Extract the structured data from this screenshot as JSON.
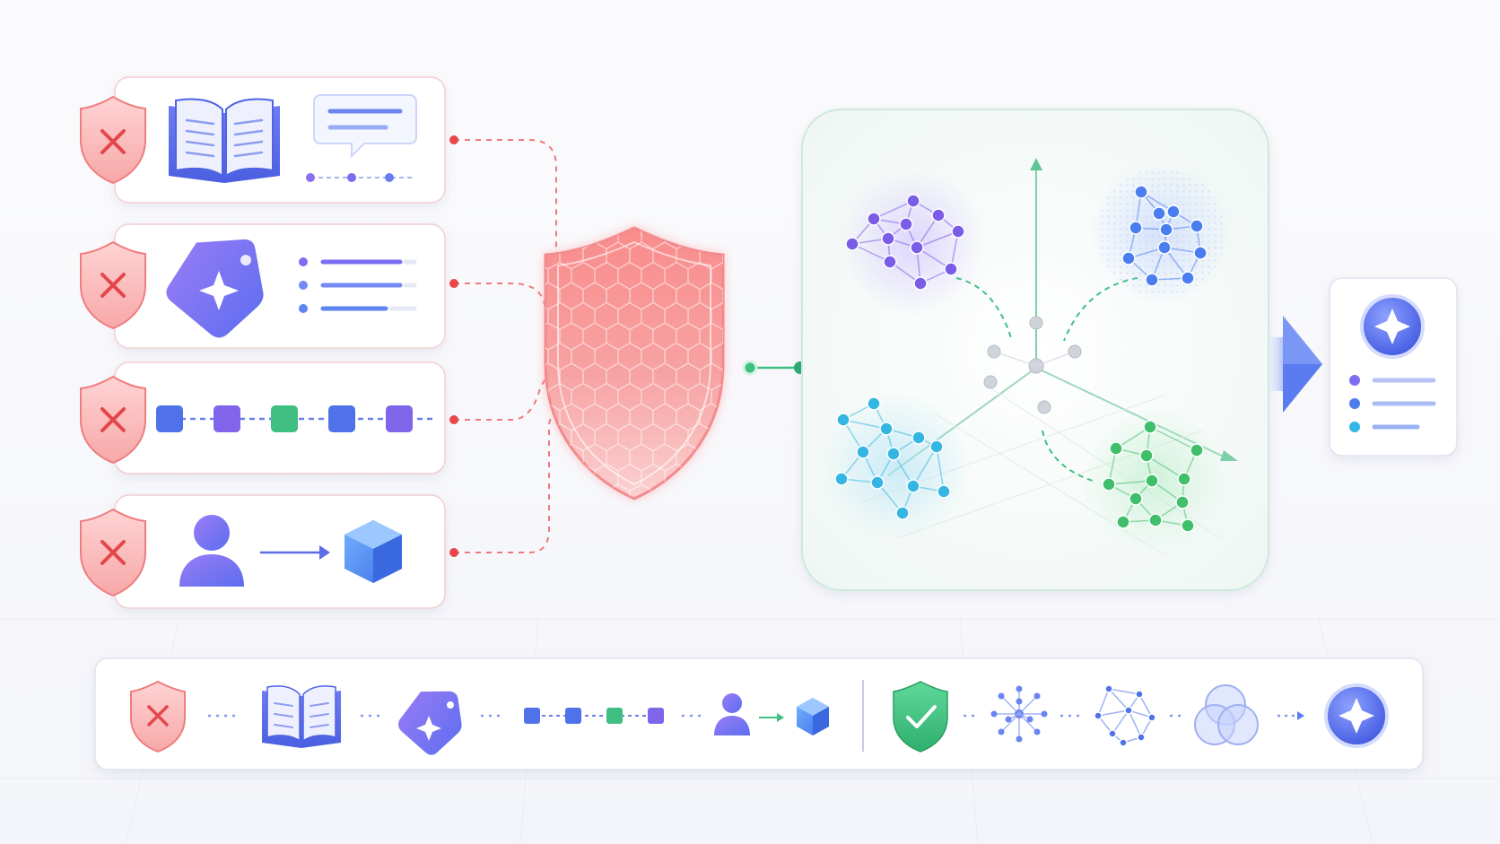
{
  "colors": {
    "danger": "#e8585c",
    "danger_light": "#fde3e3",
    "success": "#3fbf82",
    "purple": "#7b5ce6",
    "blue": "#4a7df0",
    "cyan": "#35b6e2",
    "green": "#3fbf6a",
    "gray_node": "#c9ced6",
    "panel_border": "#cfe9dd"
  },
  "input_cards": [
    {
      "status": "blocked",
      "status_icon": "x-shield-icon",
      "content": "book-with-chat-bubble"
    },
    {
      "status": "blocked",
      "status_icon": "x-shield-icon",
      "content": "sparkle-tag-with-list"
    },
    {
      "status": "blocked",
      "status_icon": "x-shield-icon",
      "content": "square-sequence"
    },
    {
      "status": "blocked",
      "status_icon": "x-shield-icon",
      "content": "user-to-cube"
    }
  ],
  "central_filter": {
    "icon": "honeycomb-shield-icon"
  },
  "embedding_space": {
    "clusters": [
      {
        "color_key": "purple",
        "position": "top-left"
      },
      {
        "color_key": "blue",
        "position": "top-right"
      },
      {
        "color_key": "cyan",
        "position": "bottom-left"
      },
      {
        "color_key": "green",
        "position": "bottom-right"
      }
    ],
    "center_nodes": "gray"
  },
  "output_card": {
    "icon": "sparkle-icon",
    "list_dots": [
      "purple",
      "blue",
      "cyan"
    ]
  },
  "bottom_flow": [
    "x-shield-icon",
    "book-icon",
    "tag-icon",
    "square-sequence-icon",
    "user-cube-icon",
    "check-shield-icon",
    "radial-network-icon",
    "network-icon",
    "venn-icon",
    "sparkle-icon"
  ]
}
